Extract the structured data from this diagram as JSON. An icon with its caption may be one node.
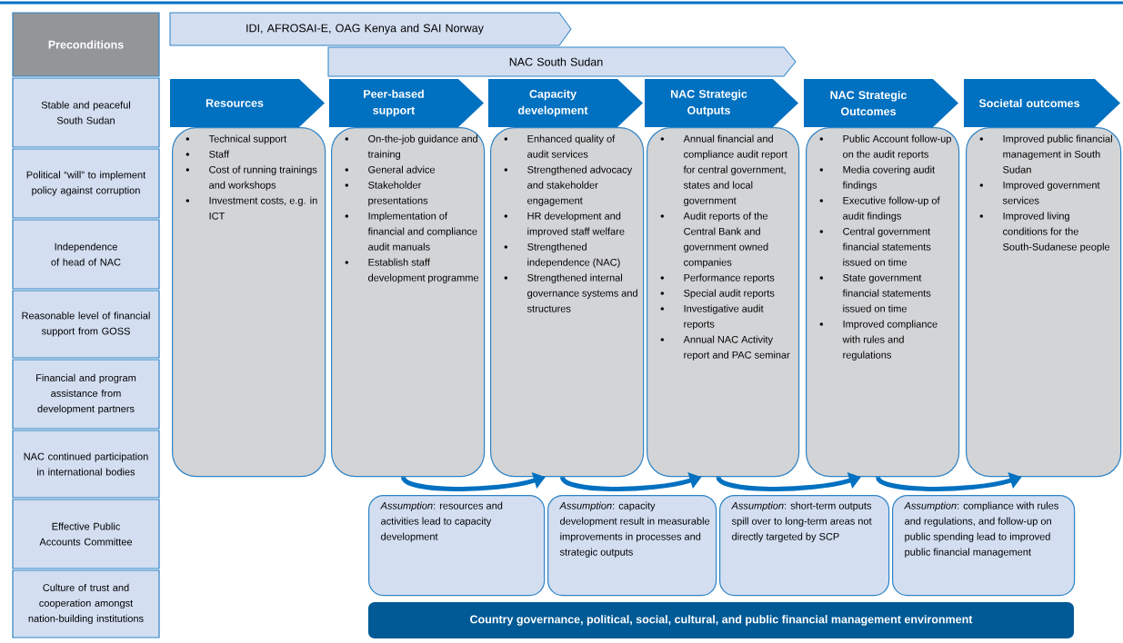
{
  "diagram": {
    "nodes": [
      {
        "text": [
          "Preconditions"
        ]
      },
      {
        "text": [
          "Stable and peaceful South Sudan"
        ]
      },
      {
        "text": [
          "Political “will” to implement policy against corruption"
        ]
      },
      {
        "text": [
          "Independence of head of NAC"
        ]
      },
      {
        "text": [
          "Reasonable level of financial support from GOSS"
        ]
      },
      {
        "text": [
          "Financial and program assistance from development partners"
        ]
      },
      {
        "text": [
          "NAC continued participation in international bodies"
        ]
      },
      {
        "text": [
          "Effective Public Accounts Committee"
        ]
      },
      {
        "text": [
          "Culture of trust and cooperation amongst nation-building institutions"
        ]
      },
      {
        "text": [
          "IDI, AFROSAI-E, OAG Kenya and SAI Norway"
        ]
      },
      {
        "text": [
          "NAC South Sudan"
        ]
      },
      {
        "text": [
          "Resources"
        ]
      },
      {
        "text": [
          "Peer-based support"
        ]
      },
      {
        "text": [
          "Capacity development"
        ]
      },
      {
        "text": [
          "NAC Strategic Outputs"
        ]
      },
      {
        "text": [
          "NAC Strategic Outcomes"
        ]
      },
      {
        "text": [
          "Societal outcomes"
        ]
      },
      {
        "text": [
          "Technical support",
          "Staff",
          "Cost of running trainings and workshops",
          "Investment costs, e.g. in ICT"
        ]
      },
      {
        "text": [
          "On-the-job guidance and training",
          "General advice",
          "Stakeholder presentations",
          "Implementation of financial and compliance audit manuals",
          "Establish staff development programme"
        ]
      },
      {
        "text": [
          "Enhanced quality of audit services",
          "Strengthened advocacy and stakeholder engagement",
          "HR development and improved staff welfare",
          "Strengthened independence (NAC)",
          "Strengthened internal governance systems and structures"
        ]
      },
      {
        "text": [
          "Annual financial and compliance audit report for central government, states and local government",
          "Audit reports of the Central Bank and government owned companies",
          "Performance reports",
          "Special audit reports",
          "Investigative audit reports",
          "Annual NAC Activity report and PAC seminar"
        ]
      },
      {
        "text": [
          "Public Account follow-up on the audit reports",
          "Media covering audit findings",
          "Executive follow-up of audit findings",
          "Central government financial statements issued on time",
          "State government financial statements issued on time",
          "Improved compliance with rules and regulations"
        ]
      },
      {
        "text": [
          "Improved public financial management in South Sudan",
          "Improved government services",
          "Improved living conditions for the South-Sudanese people"
        ]
      },
      {
        "text": [
          "*Assumption*: resources and activities lead to capacity development"
        ]
      },
      {
        "text": [
          "*Assumption*: capacity development result in measurable improvements in processes and strategic outputs"
        ]
      },
      {
        "text": [
          "*Assumption*: short-term outputs spill over to long-term areas not directly targeted by SCP"
        ]
      },
      {
        "text": [
          "*Assumption*: compliance with rules and regulations, and follow-up on public spending lead to improved public financial management"
        ]
      },
      {
        "text": [
          "Country governance, political, social, cultural, and public financial management environment"
        ]
      }
    ],
    "edges": [
      {
        "from": 18,
        "to": 19,
        "arrow": "to"
      },
      {
        "from": 19,
        "to": 20,
        "arrow": "to"
      },
      {
        "from": 20,
        "to": 21,
        "arrow": "to"
      },
      {
        "from": 21,
        "to": 22,
        "arrow": "to"
      }
    ]
  }
}
